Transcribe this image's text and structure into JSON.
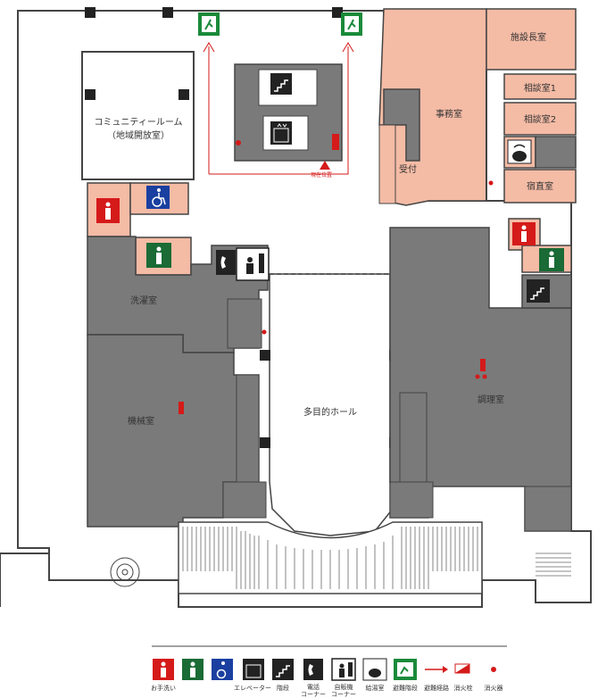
{
  "rooms": {
    "community_line1": "コミュニティールーム",
    "community_line2": "（地域開放室）",
    "office": "事務室",
    "director": "施設長室",
    "consult1": "相談室1",
    "consult2": "相談室2",
    "night": "宿直室",
    "reception": "受付",
    "laundry": "洗濯室",
    "machine": "機械室",
    "hall": "多目的ホール",
    "kitchen": "調理室"
  },
  "current_location": "現在位置",
  "legend": [
    {
      "label": "お手洗い",
      "icon": "toilet-red-icon"
    },
    {
      "label": "",
      "icon": "toilet-green-icon"
    },
    {
      "label": "",
      "icon": "wheelchair-icon"
    },
    {
      "label": "エレベーター",
      "icon": "elevator-icon"
    },
    {
      "label": "階段",
      "icon": "stairs-icon"
    },
    {
      "label": "電話コーナー",
      "icon": "phone-icon"
    },
    {
      "label": "自販機コーナー",
      "icon": "vending-icon"
    },
    {
      "label": "給湯室",
      "icon": "kettle-icon"
    },
    {
      "label": "避難階段",
      "icon": "emergency-exit-icon"
    },
    {
      "label": "避難経路",
      "icon": "evacuation-arrow-icon"
    },
    {
      "label": "消火栓",
      "icon": "hydrant-icon"
    },
    {
      "label": "消火器",
      "icon": "extinguisher-icon"
    }
  ],
  "legend_split": {
    "phone": [
      "電話",
      "コーナー"
    ],
    "vending": [
      "自販機",
      "コーナー"
    ]
  },
  "colors": {
    "office": "#f4bba5",
    "service": "#7a7a7a",
    "exit": "#1a8a3a",
    "toilet_red": "#d51a1a",
    "toilet_green": "#1a6b35",
    "accessible": "#1a3fa0",
    "route": "#d51a1a"
  }
}
